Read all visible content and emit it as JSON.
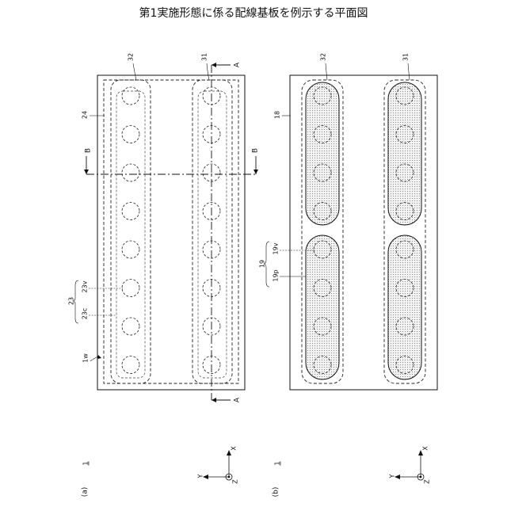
{
  "title": "第1実施形態に係る配線基板を例示する平面図",
  "panel_a": {
    "caption": "(a)",
    "figure_no": "1",
    "labels": {
      "ref_32": "32",
      "ref_31": "31",
      "ref_24": "24",
      "ref_23": "23",
      "ref_23v": "23v",
      "ref_23c": "23c",
      "ref_1w": "1w",
      "section_A_top": "A",
      "section_A_bottom": "A",
      "section_B_left": "B",
      "section_B_right": "B"
    },
    "vias_per_column": 8
  },
  "panel_b": {
    "caption": "(b)",
    "figure_no": "1",
    "labels": {
      "ref_32": "32",
      "ref_31": "31",
      "ref_18": "18",
      "ref_19": "19",
      "ref_19v": "19v",
      "ref_19p": "19p"
    },
    "vias_per_column": 8,
    "pads_per_column": 2
  },
  "axes": {
    "x": "X",
    "y": "Y",
    "z": "Z"
  }
}
